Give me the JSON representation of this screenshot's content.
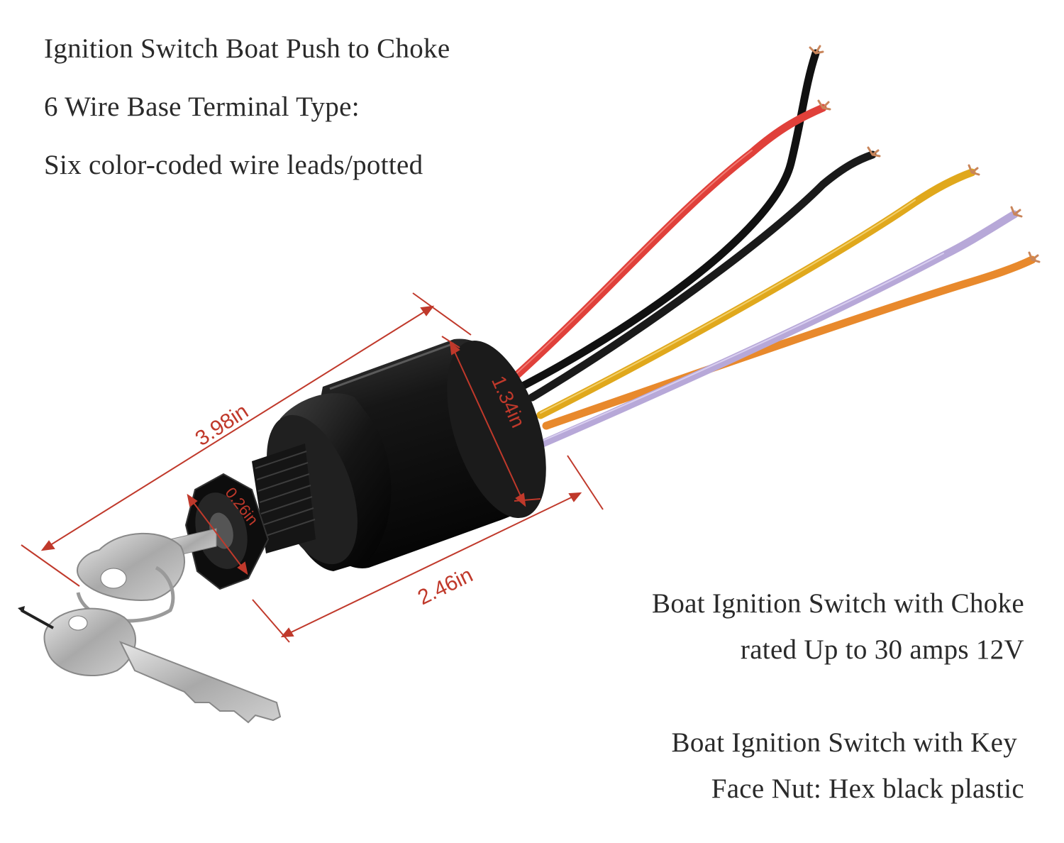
{
  "captions": {
    "top": [
      "Ignition Switch Boat Push to Choke",
      "6 Wire Base Terminal Type:",
      "Six color-coded wire leads/potted"
    ],
    "right_group_1": [
      "Boat Ignition Switch with Choke",
      "rated Up to 30 amps 12V"
    ],
    "right_group_2": [
      "Boat Ignition Switch with Key",
      "Face Nut: Hex black plastic"
    ]
  },
  "dimensions": {
    "overall_length": "3.98in",
    "body_length": "2.46in",
    "body_diameter": "1.34in",
    "nut_size": "0.26in"
  },
  "colors": {
    "dimension": "#c0392b",
    "switch_body": "#141414",
    "wires": [
      "#111111",
      "#e0403a",
      "#1a1a1a",
      "#e0a81c",
      "#b7a8d8",
      "#e8892c"
    ],
    "key": "#b9b9b9"
  }
}
